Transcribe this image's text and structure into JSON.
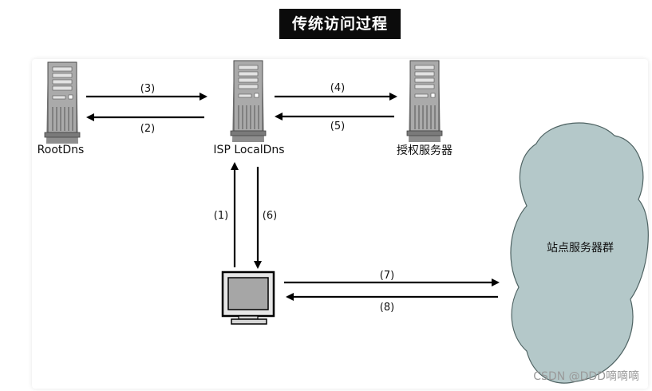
{
  "title": "传统访问过程",
  "nodes": {
    "root_dns": "RootDns",
    "local_dns": "ISP LocalDns",
    "auth_server": "授权服务器",
    "site_cluster": "站点服务器群"
  },
  "steps": [
    "(1)",
    "(2)",
    "(3)",
    "(4)",
    "(5)",
    "(6)",
    "(7)",
    "(8)"
  ],
  "watermark": "CSDN @DDD嘀嘀嘀",
  "colors": {
    "title_bg": "#0b0b0b",
    "title_text": "#ffffff",
    "server_fill": "#a9a9a9",
    "cloud_fill": "#b4c8c9",
    "arrow": "#000000"
  }
}
